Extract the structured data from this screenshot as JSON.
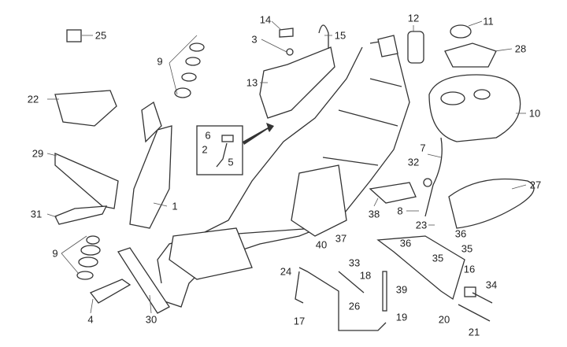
{
  "diagram": {
    "type": "exploded parts diagram",
    "callouts": [
      "25",
      "9",
      "22",
      "29",
      "31",
      "9",
      "4",
      "30",
      "1",
      "14",
      "3",
      "15",
      "13",
      "6",
      "2",
      "5",
      "12",
      "11",
      "28",
      "10",
      "7",
      "32",
      "27",
      "38",
      "8",
      "23",
      "36",
      "36",
      "35",
      "35",
      "40",
      "37",
      "33",
      "24",
      "18",
      "39",
      "16",
      "34",
      "17",
      "26",
      "19",
      "20",
      "21"
    ]
  }
}
